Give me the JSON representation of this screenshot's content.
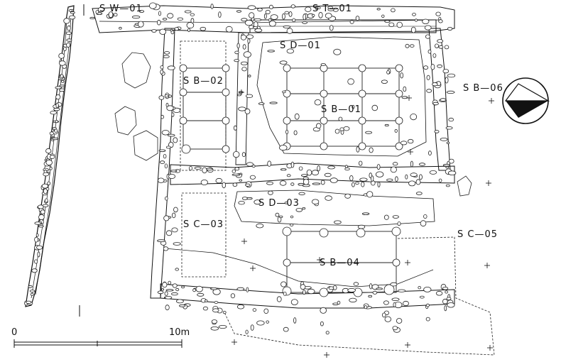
{
  "labels": {
    "sw01": "S W—01",
    "st01": "S T—01",
    "sd01": "S D—01",
    "sb01": "S B—01",
    "sb02": "S B—02",
    "sb04": "S B—04",
    "sb06": "S B—06",
    "sd03": "S D—03",
    "sc03": "S C—03",
    "sc05": "S C—05"
  },
  "scale": {
    "start": "0",
    "end": "10m"
  },
  "north_arrow": {
    "fill": "#111111"
  }
}
